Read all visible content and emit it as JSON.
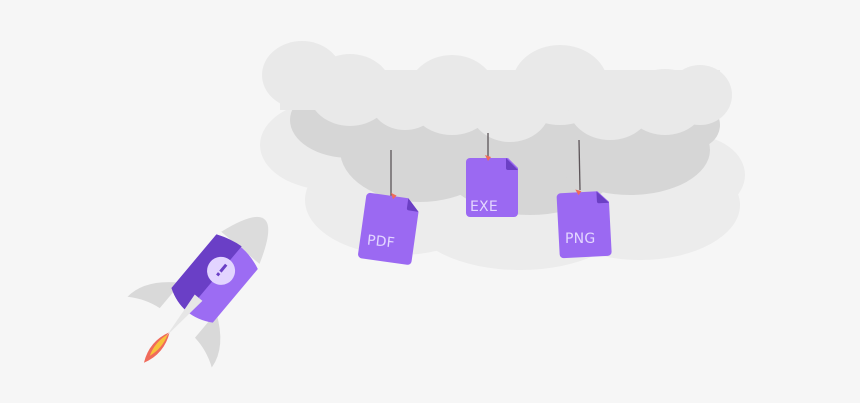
{
  "scene": {
    "background": "#f6f6f6",
    "colors": {
      "cloud_light": "#e9e9e9",
      "cloud_mid": "#d6d6d6",
      "cloud_back": "#ececec",
      "file_purple": "#9b69f2",
      "file_fold": "#6b3fc4",
      "string": "#5c5458",
      "hook": "#f06a5a",
      "rocket_body_dark": "#6a3fc6",
      "rocket_body_light": "#9c6cf3",
      "rocket_gray": "#d9d9d9",
      "badge": "#e2d4ff",
      "flame_outer": "#f06a5a",
      "flame_inner": "#f7c23a"
    }
  },
  "files": [
    {
      "label": "PDF",
      "icon": "file-icon"
    },
    {
      "label": "EXE",
      "icon": "file-icon"
    },
    {
      "label": "PNG",
      "icon": "file-icon"
    }
  ],
  "rocket": {
    "icon": "rocket-icon",
    "badge_icon": "alert-badge-icon",
    "badge_glyph": "!"
  }
}
